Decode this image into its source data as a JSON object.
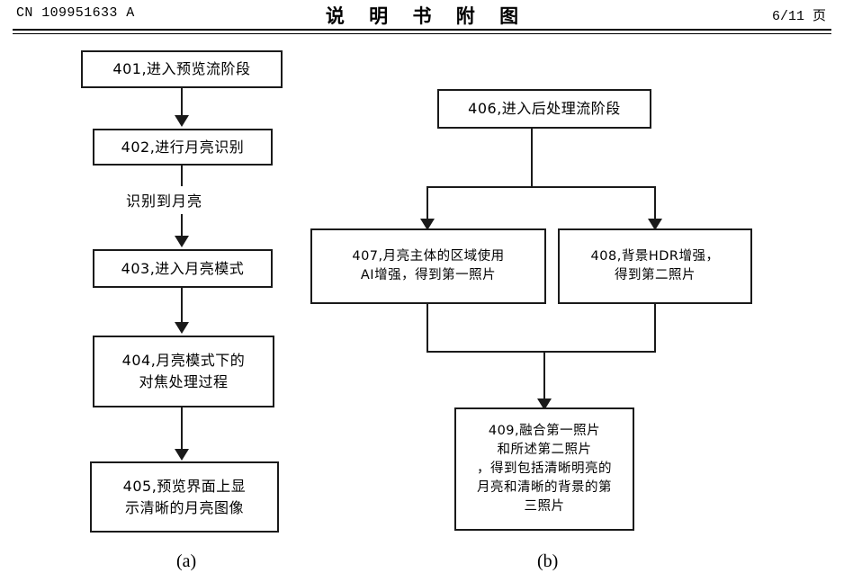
{
  "header": {
    "publication_number": "CN 109951633 A",
    "title": "说 明 书 附 图",
    "page_label": "6/11 页"
  },
  "figure_a": {
    "caption": "(a)",
    "nodes": [
      {
        "id": "401",
        "lines": [
          "401,进入预览流阶段"
        ]
      },
      {
        "id": "402",
        "lines": [
          "402,进行月亮识别"
        ]
      },
      {
        "id": "403",
        "lines": [
          "403,进入月亮模式"
        ]
      },
      {
        "id": "404",
        "lines": [
          "404,月亮模式下的",
          "对焦处理过程"
        ]
      },
      {
        "id": "405",
        "lines": [
          "405,预览界面上显",
          "示清晰的月亮图像"
        ]
      }
    ],
    "edge_labels": [
      {
        "from": "402",
        "to": "403",
        "text": "识别到月亮"
      }
    ]
  },
  "figure_b": {
    "caption": "(b)",
    "nodes": [
      {
        "id": "406",
        "lines": [
          "406,进入后处理流阶段"
        ]
      },
      {
        "id": "407",
        "lines": [
          "407,月亮主体的区域使用",
          "AI增强，得到第一照片"
        ]
      },
      {
        "id": "408",
        "lines": [
          "408,背景HDR增强，",
          "得到第二照片"
        ]
      },
      {
        "id": "409",
        "lines": [
          "409,融合第一照片",
          "和所述第二照片",
          "，得到包括清晰明亮的",
          "月亮和清晰的背景的第",
          "三照片"
        ]
      }
    ]
  }
}
